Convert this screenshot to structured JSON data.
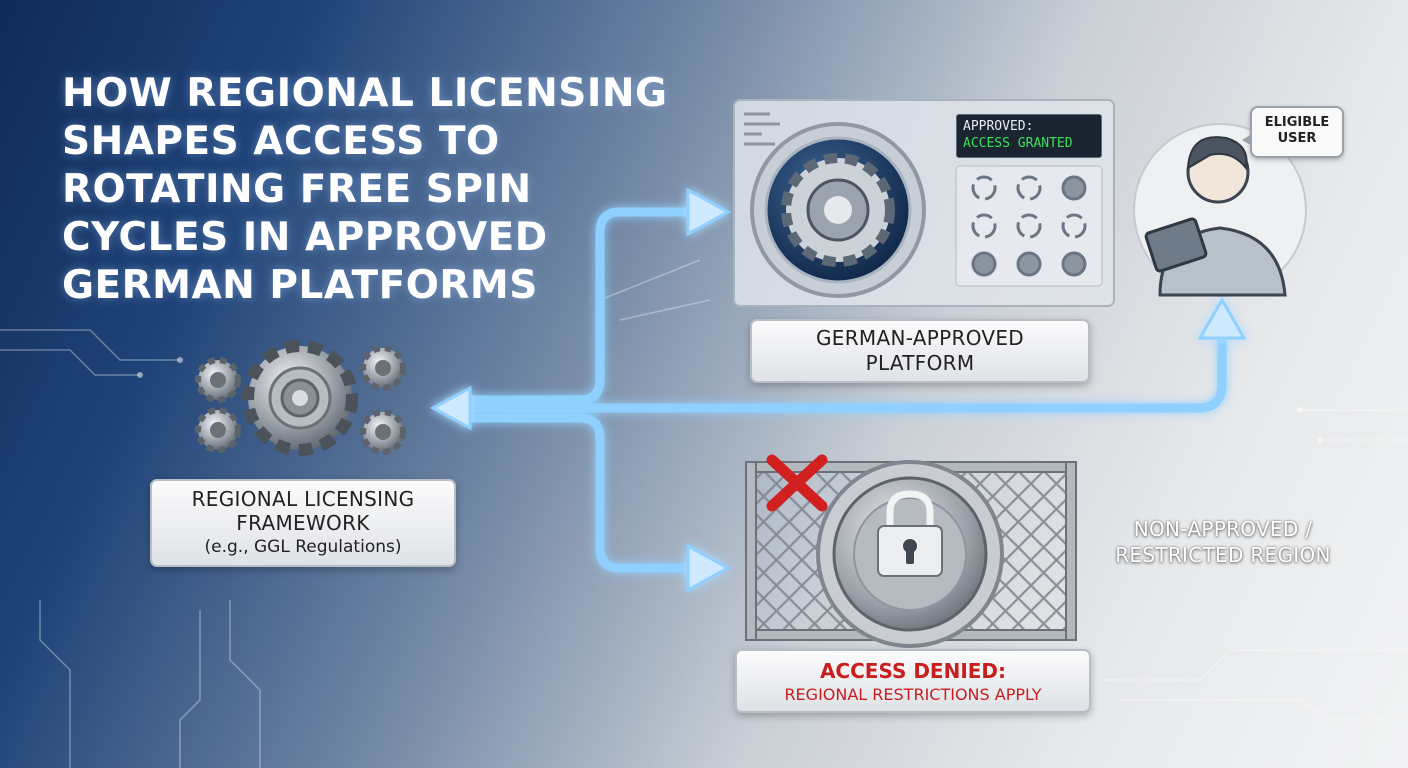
{
  "title": "HOW REGIONAL LICENSING SHAPES ACCESS TO ROTATING FREE SPIN CYCLES IN APPROVED GERMAN PLATFORMS",
  "framework": {
    "line1": "REGIONAL LICENSING",
    "line2": "FRAMEWORK",
    "line3": "(e.g., GGL Regulations)"
  },
  "platform": {
    "label_line1": "GERMAN-APPROVED",
    "label_line2": "PLATFORM",
    "status_line1": "APPROVED:",
    "status_line2": "ACCESS GRANTED"
  },
  "user": {
    "bubble_line1": "ELIGIBLE",
    "bubble_line2": "USER"
  },
  "denied": {
    "line1": "ACCESS DENIED:",
    "line2": "REGIONAL RESTRICTIONS APPLY"
  },
  "region": {
    "line1": "NON-APPROVED /",
    "line2": "RESTRICTED REGION"
  },
  "colors": {
    "arrow": "#7fc6ff",
    "granted": "#3be05a",
    "denied": "#c81e1e",
    "navy": "#0f2a57"
  }
}
